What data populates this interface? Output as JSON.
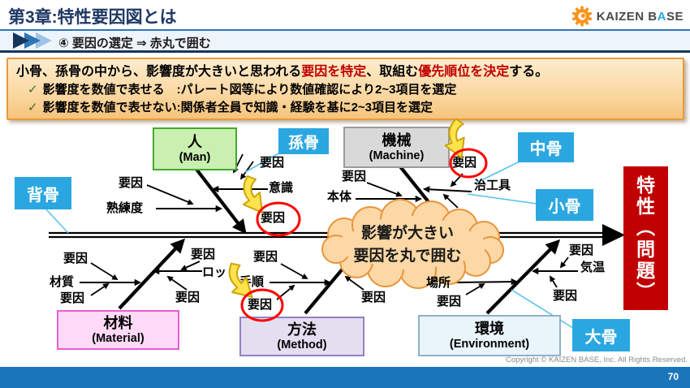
{
  "header": {
    "title": "第3章:特性要因図とは",
    "logo": {
      "part1": "KAIZEN B",
      "part2": "A",
      "part3": "SE"
    }
  },
  "banner": {
    "step": "④ 要因の選定 ⇒ 赤丸で囲む"
  },
  "summary": {
    "line1": {
      "t1": "小骨、孫骨の中から、影響度が大きいと思われる",
      "r1": "要因を特定",
      "t2": "、取組む",
      "r2": "優先順位を決定",
      "t3": "する。"
    },
    "check": "✓",
    "line2": "影響度を数値で表せる　:パレート図等により数値確認により2~3項目を選定",
    "line3": "影響度を数値で表せない:関係者全員で知識・経験を基に2~3項目を選定"
  },
  "diagram": {
    "bone_labels": {
      "backbone": "背骨",
      "grandchild": "孫骨",
      "middle": "中骨",
      "small": "小骨",
      "big": "大骨"
    },
    "categories": [
      {
        "name": "人",
        "en": "(Man)"
      },
      {
        "name": "機械",
        "en": "(Machine)"
      },
      {
        "name": "材料",
        "en": "(Material)"
      },
      {
        "name": "方法",
        "en": "(Method)"
      },
      {
        "name": "環境",
        "en": "(Environment)"
      }
    ],
    "effect": {
      "text": "特性(問題)",
      "chars": [
        "特",
        "性",
        "︵",
        "問",
        "題",
        "︶"
      ]
    },
    "cloud": {
      "line1": "影響が大きい",
      "line2": "要因を丸で囲む"
    },
    "labels": [
      {
        "text": "要因"
      },
      {
        "text": "熟練度"
      },
      {
        "text": "要因"
      },
      {
        "text": "意識"
      },
      {
        "text": "要因"
      },
      {
        "text": "要因"
      },
      {
        "text": "本体"
      },
      {
        "text": "要因"
      },
      {
        "text": "治工具"
      },
      {
        "text": "要因"
      },
      {
        "text": "気温"
      },
      {
        "text": "要因"
      },
      {
        "text": "要因"
      },
      {
        "text": "材質"
      },
      {
        "text": "要因"
      },
      {
        "text": "要因"
      },
      {
        "text": "ロット"
      },
      {
        "text": "要因"
      },
      {
        "text": "要因"
      },
      {
        "text": "手順"
      },
      {
        "text": "要因"
      },
      {
        "text": "要因"
      },
      {
        "text": "場所"
      },
      {
        "text": "要因"
      }
    ]
  },
  "footer": {
    "copyright": "Copyright ©  KAIZEN BASE, Inc.  All Rights Reserved.",
    "page": "70"
  },
  "colors": {
    "accent_blue": "#2aa7e0",
    "title_navy": "#1f3864",
    "highlight_red": "#c00000",
    "effect_box_red": "#c00000",
    "footer_blue": "#1b75bb",
    "cloud_fill": "#fcd8a6",
    "cloud_stroke": "#e8953c",
    "circle_red": "#ff0000",
    "yellow_arrow": "#ffe34d"
  }
}
